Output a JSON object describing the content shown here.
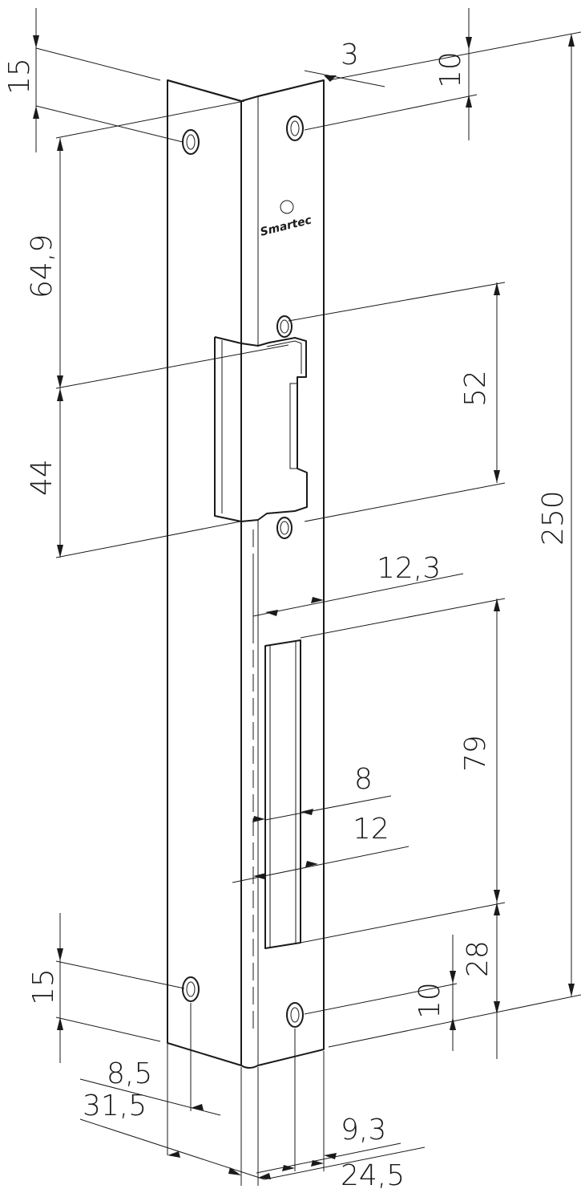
{
  "brand": "Smartec",
  "dimensions": {
    "top_hole_offset": "15",
    "edge_return": "3",
    "hole_offset_right_top": "10",
    "hole_to_opening": "64,9",
    "opening_section": "44",
    "opening_height": "52",
    "overall_length": "250",
    "lip_depth": "12,3",
    "slot_length": "79",
    "slot_width": "8",
    "slot_offset": "12",
    "slot_bottom_offset": "28",
    "hole_offset_right_bottom": "10",
    "bottom_hole_offset": "15",
    "left_hole_edge": "8,5",
    "left_flange_width": "31,5",
    "right_hole_edge": "9,3",
    "right_flange_width": "24,5"
  }
}
